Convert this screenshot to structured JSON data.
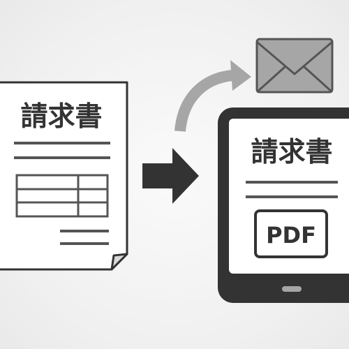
{
  "paper_invoice": {
    "title": "請求書"
  },
  "tablet": {
    "title": "請求書",
    "file_badge": "PDF"
  },
  "icons": {
    "arrow": "right-arrow-icon",
    "email": "envelope-icon",
    "send": "curved-arrow-icon"
  },
  "colors": {
    "dark": "#333333",
    "line": "#555555",
    "light_gray": "#a6a6a6",
    "paper": "#ffffff"
  }
}
